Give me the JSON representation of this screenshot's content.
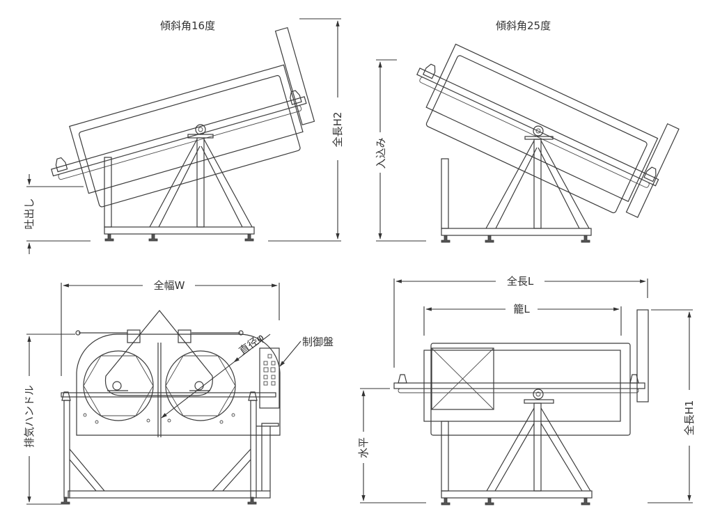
{
  "drawing": {
    "title": "Tilting rotary drum machine — four-view drawing",
    "views": {
      "tilt16": {
        "caption": "傾斜角16度",
        "dim_height": "全長H2",
        "dim_discharge": "吐出し"
      },
      "tilt25": {
        "caption": "傾斜角25度",
        "dim_loading": "入込み"
      },
      "front": {
        "dim_width": "全幅W",
        "dim_diameter": "直径φ",
        "callout_control": "制御盤",
        "dim_exhaust_handle": "排気ハンドル"
      },
      "side_level": {
        "dim_total_length": "全長L",
        "dim_drum_length": "籠L",
        "dim_level": "水平",
        "dim_total_height": "全長H1"
      }
    },
    "colors": {
      "line": "#3a3a3a",
      "background": "#ffffff"
    }
  }
}
